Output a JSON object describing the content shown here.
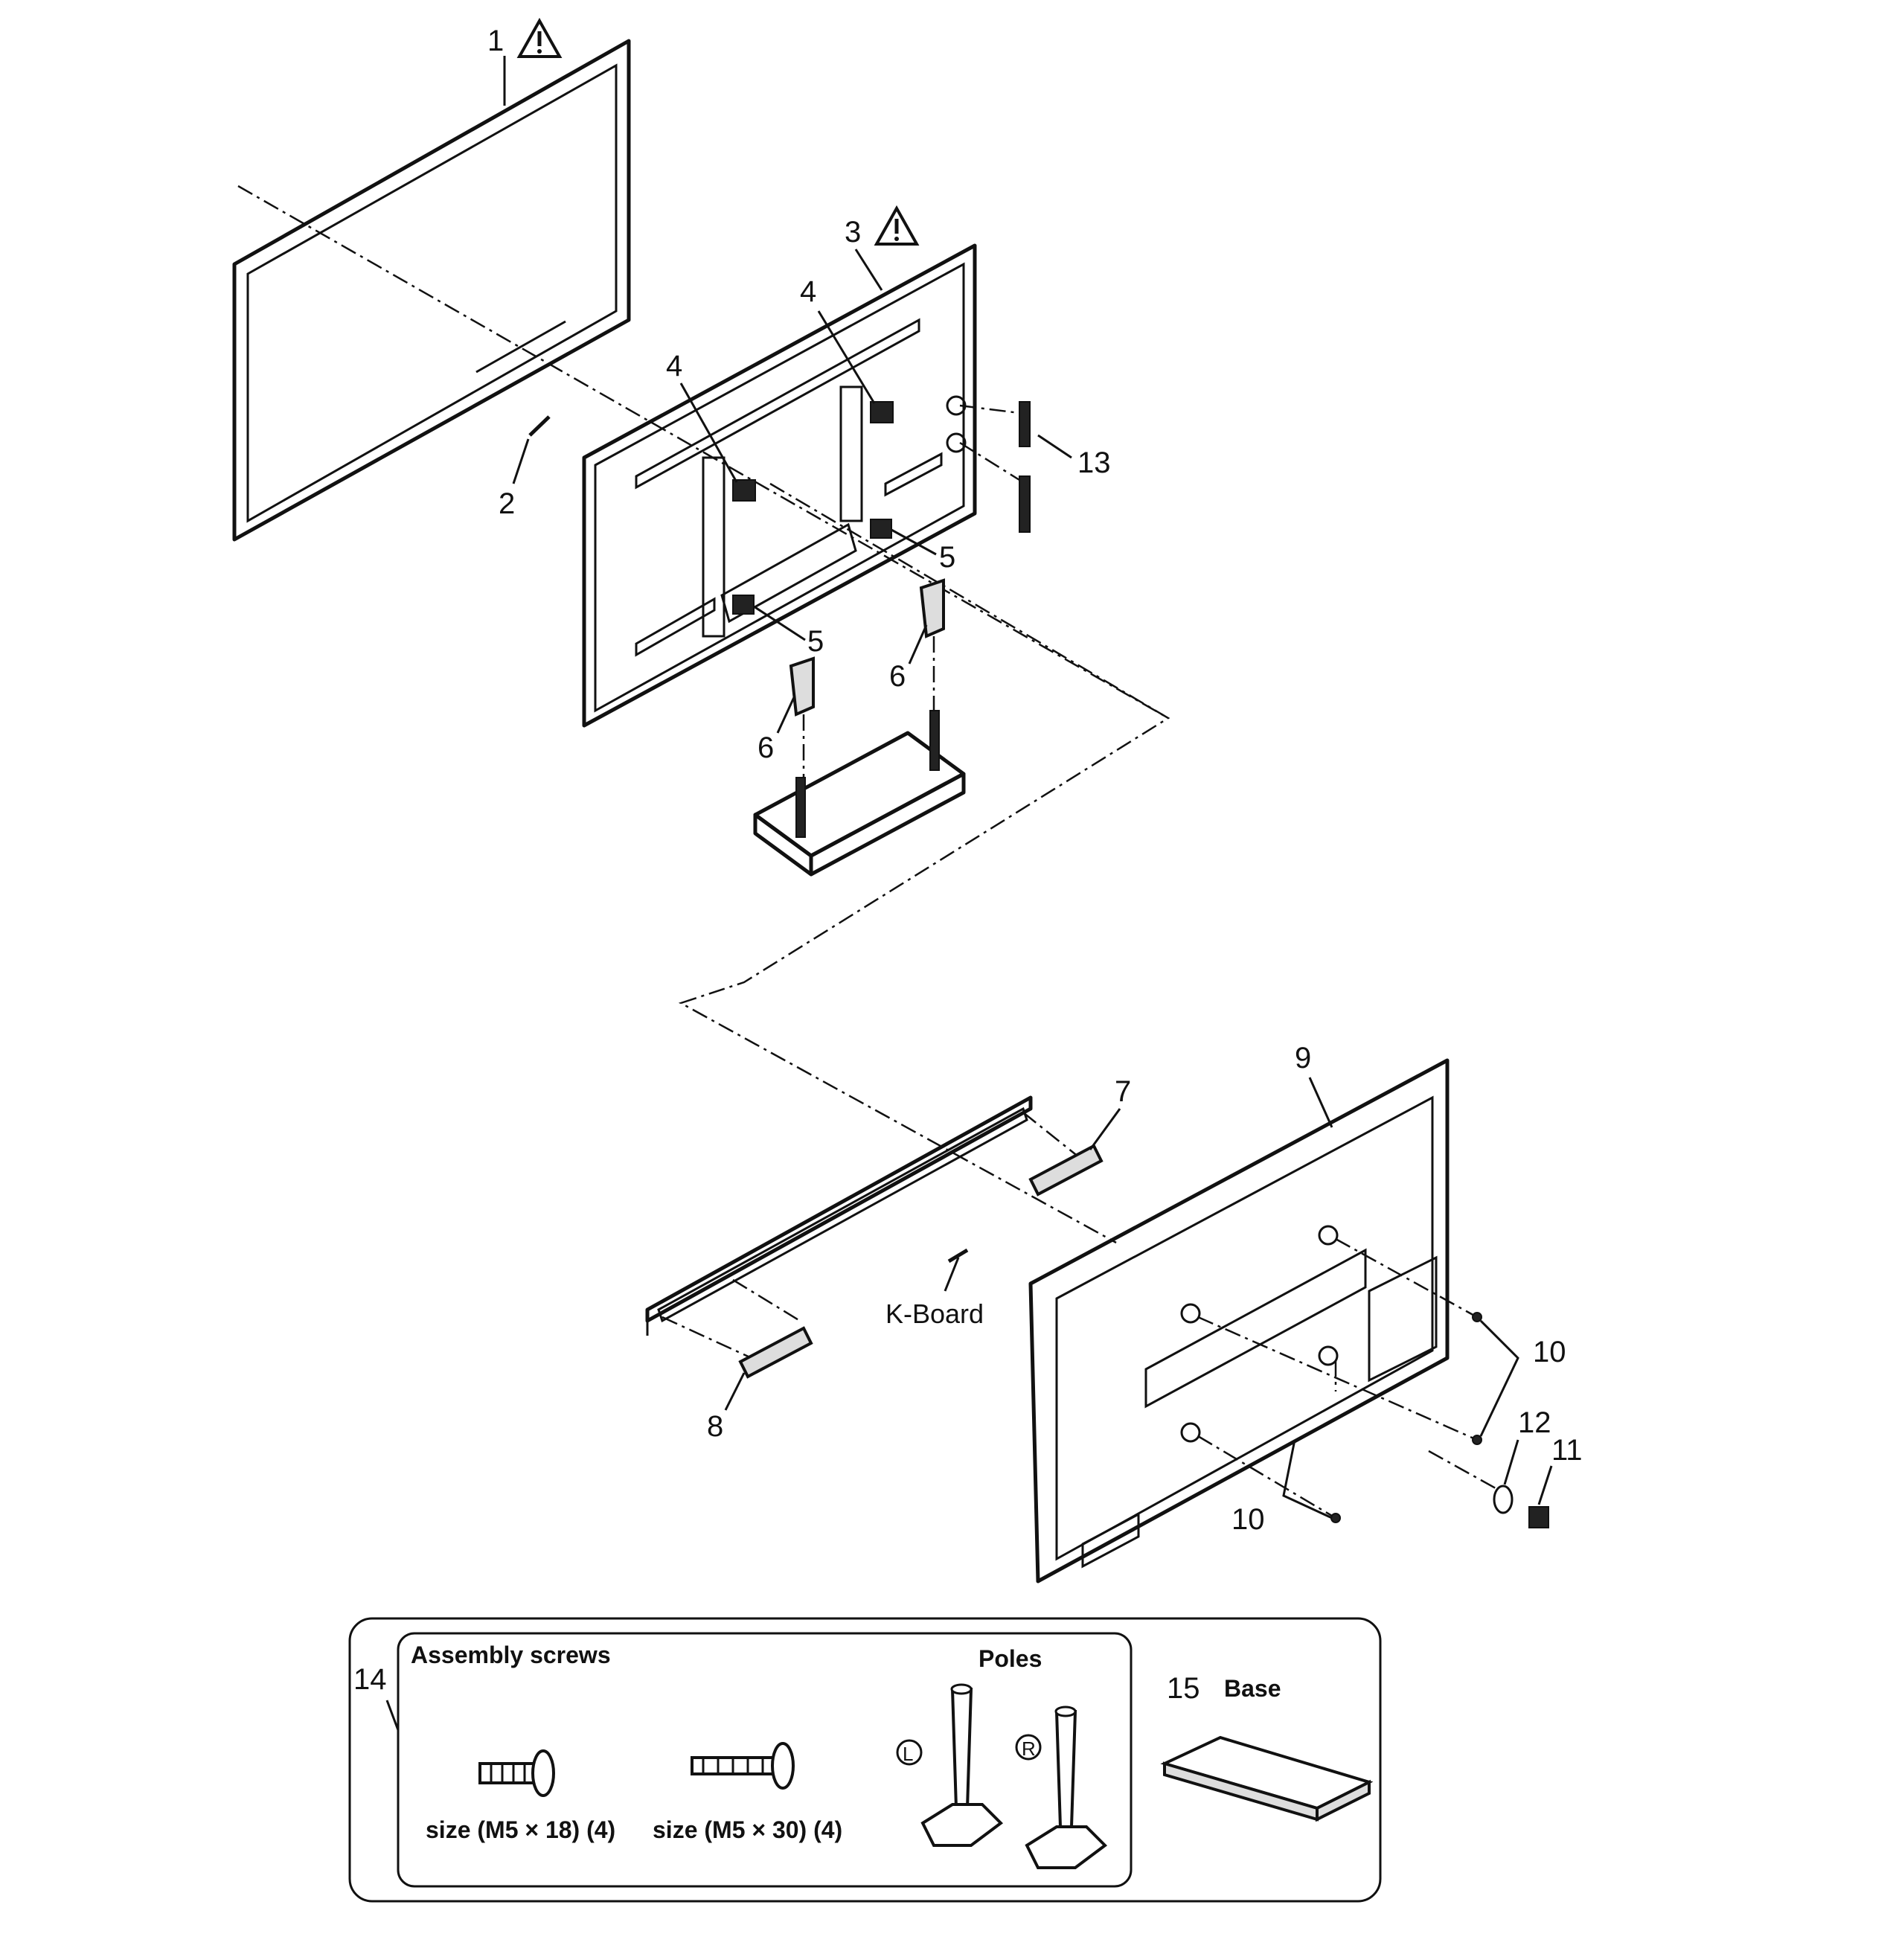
{
  "callouts": {
    "c1": "1",
    "c2": "2",
    "c3": "3",
    "c4a": "4",
    "c4b": "4",
    "c5a": "5",
    "c5b": "5",
    "c6a": "6",
    "c6b": "6",
    "c7": "7",
    "c8": "8",
    "c9": "9",
    "c10a": "10",
    "c10b": "10",
    "c11": "11",
    "c12": "12",
    "c13": "13",
    "c14": "14",
    "c15": "15"
  },
  "labels": {
    "k_board": "K-Board",
    "assembly_screws": "Assembly screws",
    "poles": "Poles",
    "base": "Base",
    "screw_size_18": "size (M5 × 18) (4)",
    "screw_size_30": "size (M5 × 30) (4)",
    "pole_left": "L",
    "pole_right": "R"
  },
  "icons": {
    "warning": "warning-triangle-icon"
  },
  "colors": {
    "line": "#111111",
    "background": "#ffffff"
  }
}
